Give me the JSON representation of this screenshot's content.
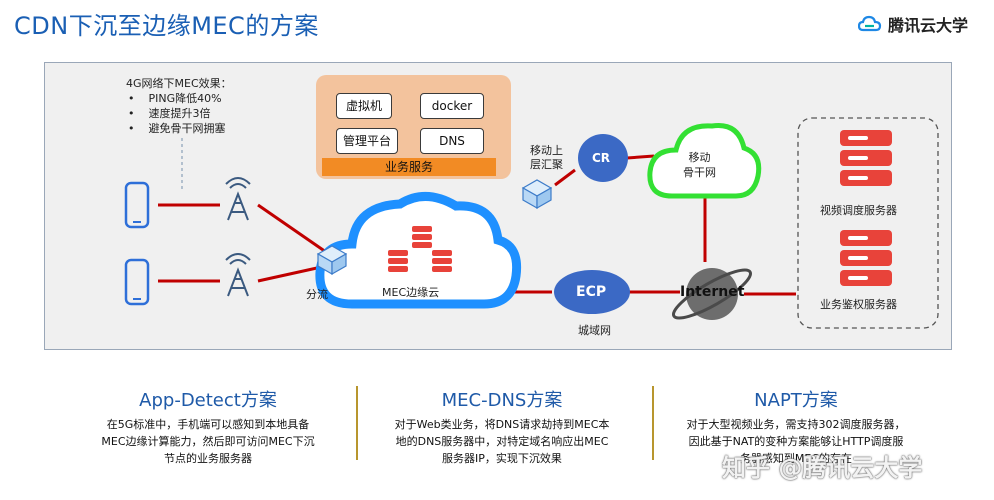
{
  "title": "CDN下沉至边缘MEC的方案",
  "brand": {
    "name": "腾讯云大学"
  },
  "note": {
    "heading": "4G网络下MEC效果：",
    "items": [
      "PING降低40%",
      "速度提升3倍",
      "避免骨干网拥塞"
    ]
  },
  "services": {
    "buttons": [
      "虚拟机",
      "docker",
      "管理平台",
      "DNS"
    ],
    "bar_label": "业务服务"
  },
  "nodes": {
    "split": "分流",
    "mec_cloud": "MEC边缘云",
    "mobile_agg": "移动上\n层汇聚",
    "cr": "CR",
    "backbone": "移动\n骨干网",
    "ecp": "ECP",
    "metro": "城域网",
    "internet": "Internet",
    "server1": "视频调度服务器",
    "server2": "业务鉴权服务器"
  },
  "columns": [
    {
      "title": "App-Detect方案",
      "text": "在5G标准中，手机端可以感知到本地具备MEC边缘计算能力，然后即可访问MEC下沉节点的业务服务器"
    },
    {
      "title": "MEC-DNS方案",
      "text": "对于Web类业务，将DNS请求劫持到MEC本地的DNS服务器中，对特定域名响应出MEC服务器IP，实现下沉效果"
    },
    {
      "title": "NAPT方案",
      "text": "对于大型视频业务，需支持302调度服务器，因此基于NAT的变种方案能够让HTTP调度服务器感知到MEC的存在"
    }
  ],
  "watermark": "知乎 @腾讯云大学",
  "colors": {
    "title": "#1a5fb4",
    "link": "#c00000",
    "server": "#e8433a",
    "cr": "#3b69c5",
    "backbone": "#3fd43f",
    "accent": "#f28b24"
  }
}
